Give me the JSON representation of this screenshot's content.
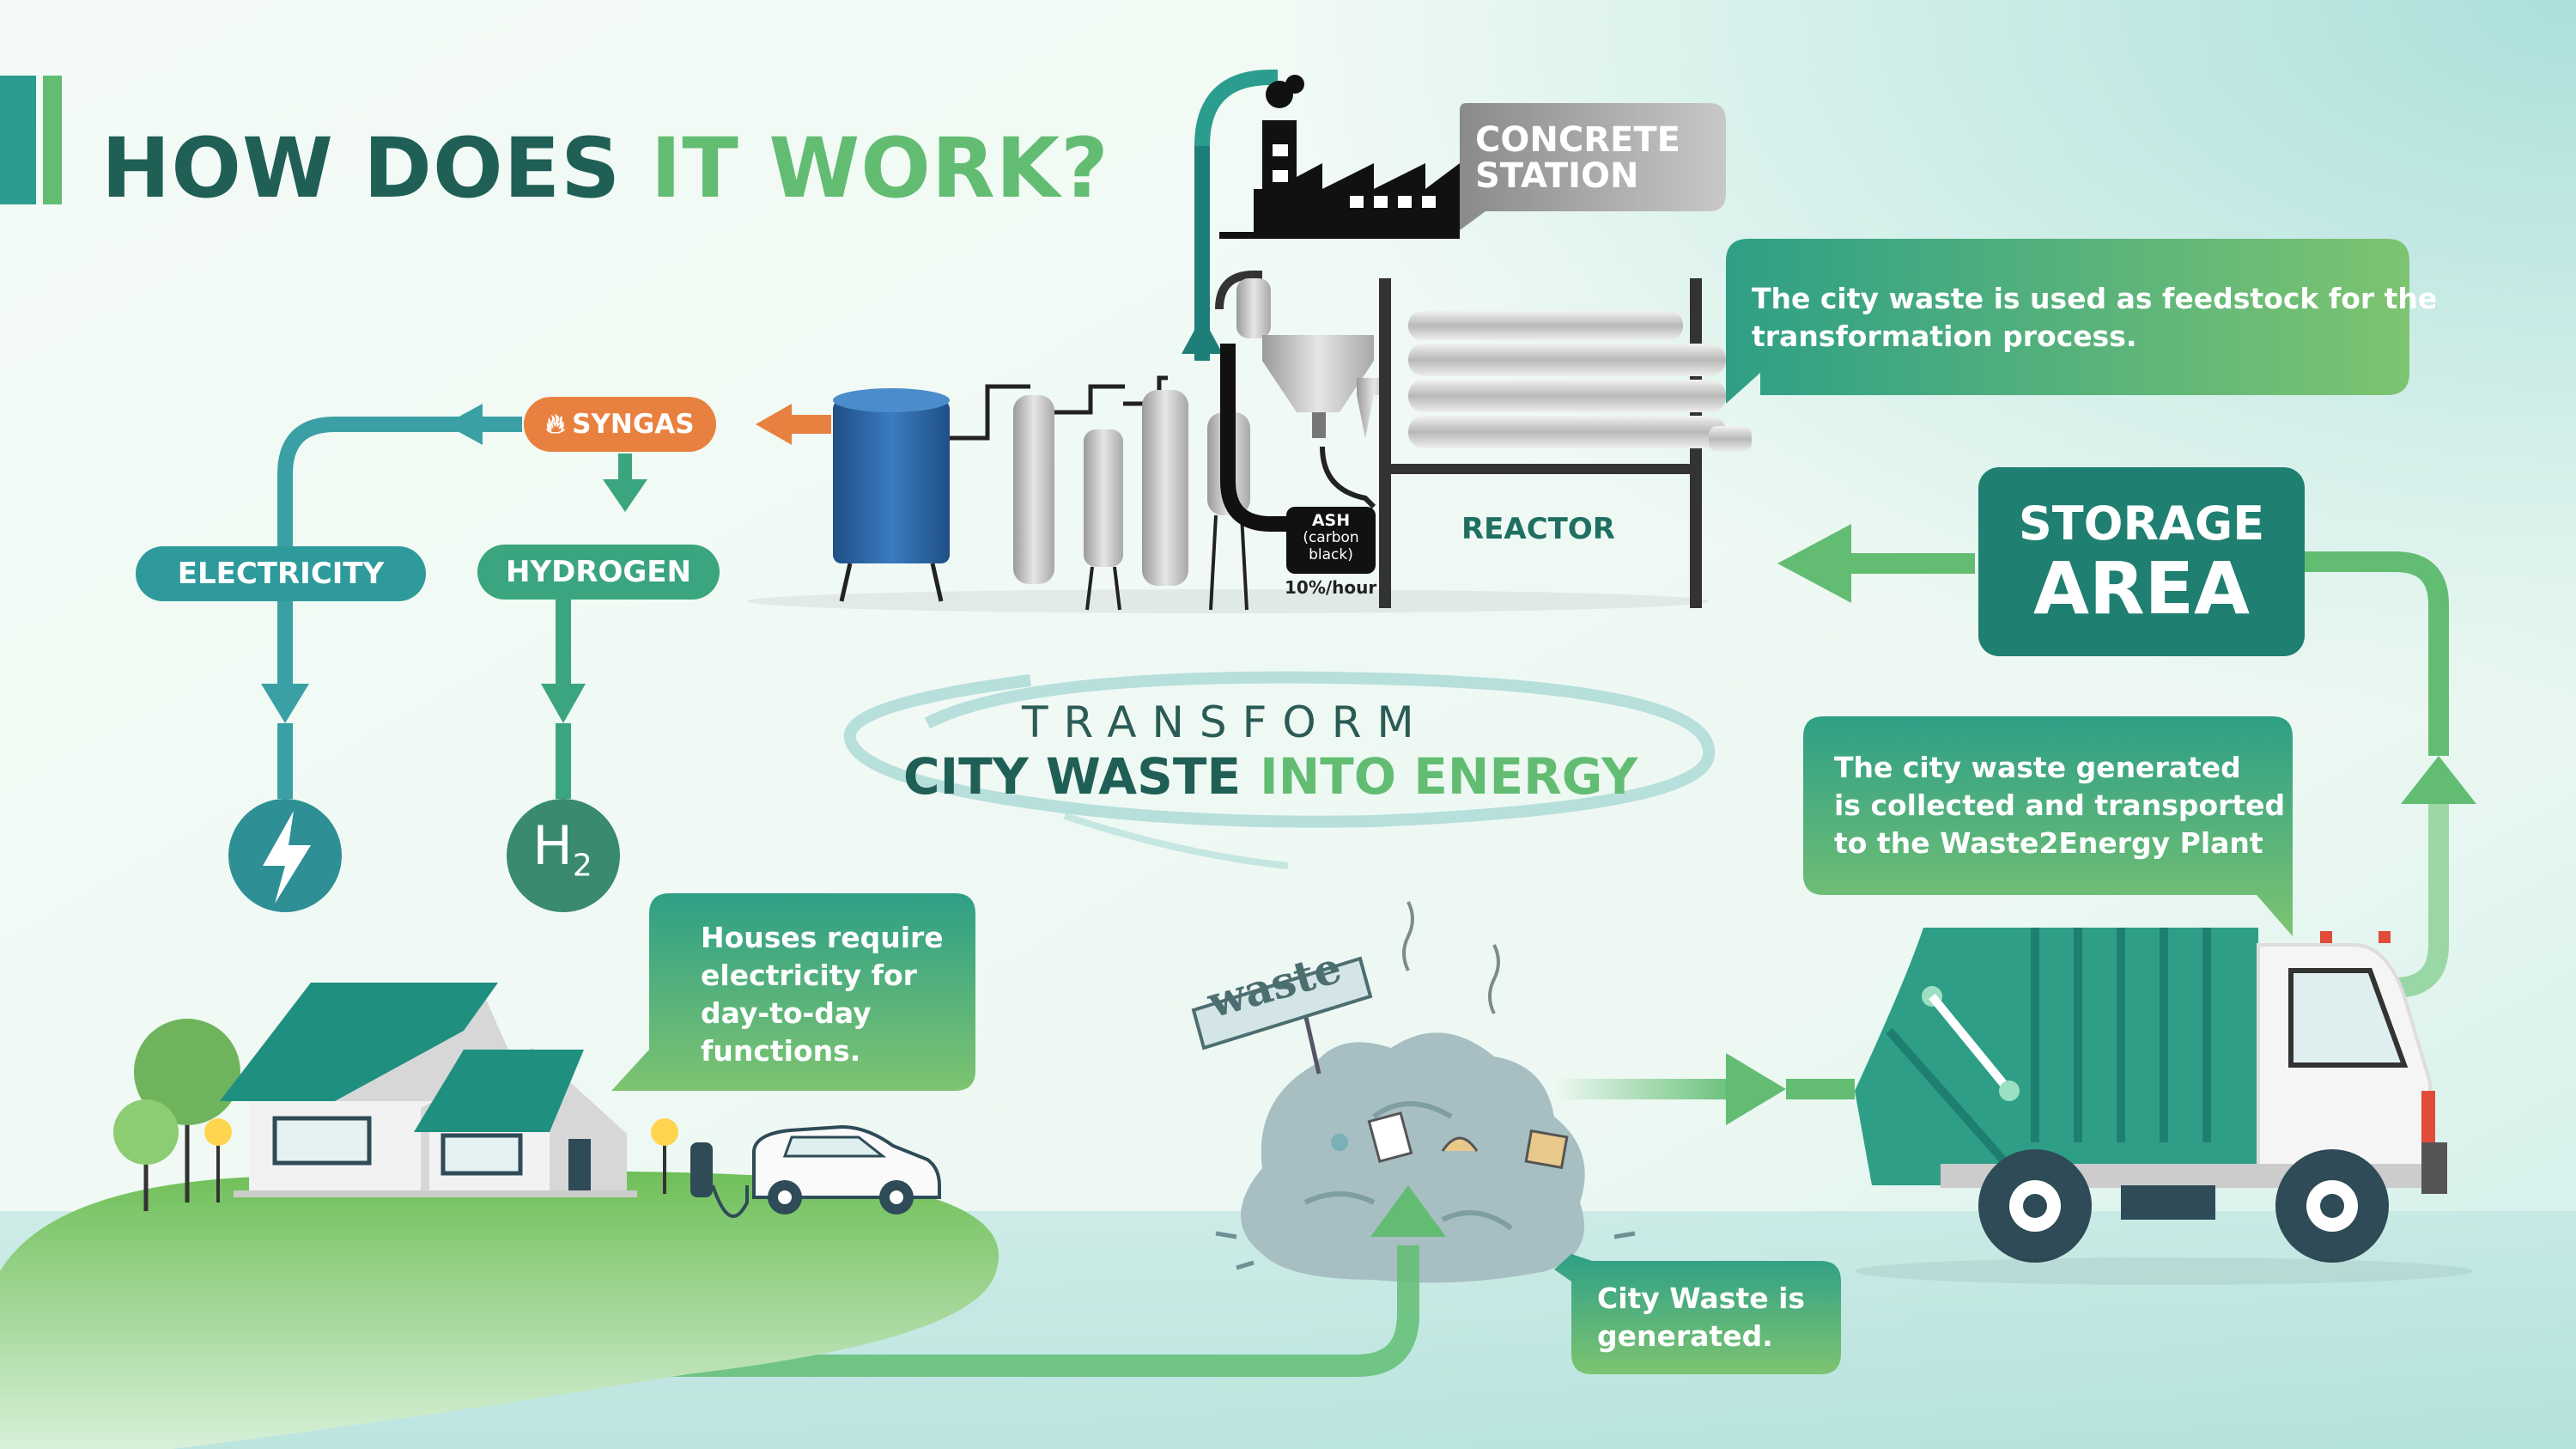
{
  "title": {
    "part1": "HOW DOES ",
    "part2": "IT WORK?"
  },
  "concrete_station": {
    "line1": "CONCRETE",
    "line2": "STATION"
  },
  "feedstock_bubble": {
    "line1": "The city waste is used  as feedstock for the",
    "line2": "transformation process."
  },
  "syngas_label": "SYNGAS",
  "electricity_label": "ELECTRICITY",
  "hydrogen_label": "HYDROGEN",
  "ash": {
    "title": "ASH",
    "line1": "(carbon",
    "line2": "black)",
    "rate": "10%/hour"
  },
  "reactor_label": "REACTOR",
  "storage": {
    "line1": "STORAGE",
    "line2": "AREA"
  },
  "transform": {
    "line1": "TRANSFORM",
    "line2a": "CITY WASTE",
    "line2b": "INTO ENERGY"
  },
  "collected_bubble": {
    "line1": "The city waste generated",
    "line2": "is collected and transported",
    "line3": "to the Waste2Energy Plant"
  },
  "houses_bubble": {
    "line1": "Houses require",
    "line2": "electricity for",
    "line3": "day-to-day",
    "line4": "functions."
  },
  "generated_bubble": {
    "line1": "City Waste is",
    "line2": "generated."
  },
  "waste_sign": "waste",
  "hydrogen_symbol": {
    "letter": "H",
    "sub": "2"
  },
  "colors": {
    "dark_teal": "#1f5f56",
    "green": "#62bd73",
    "teal": "#2a8f88",
    "orange": "#e8813f",
    "grey_bubble": "#9a9a9a"
  },
  "icons": [
    "factory-icon",
    "lightning-icon",
    "flame-icon",
    "house-icon",
    "car-icon",
    "garbage-truck-icon",
    "waste-pile-icon"
  ]
}
